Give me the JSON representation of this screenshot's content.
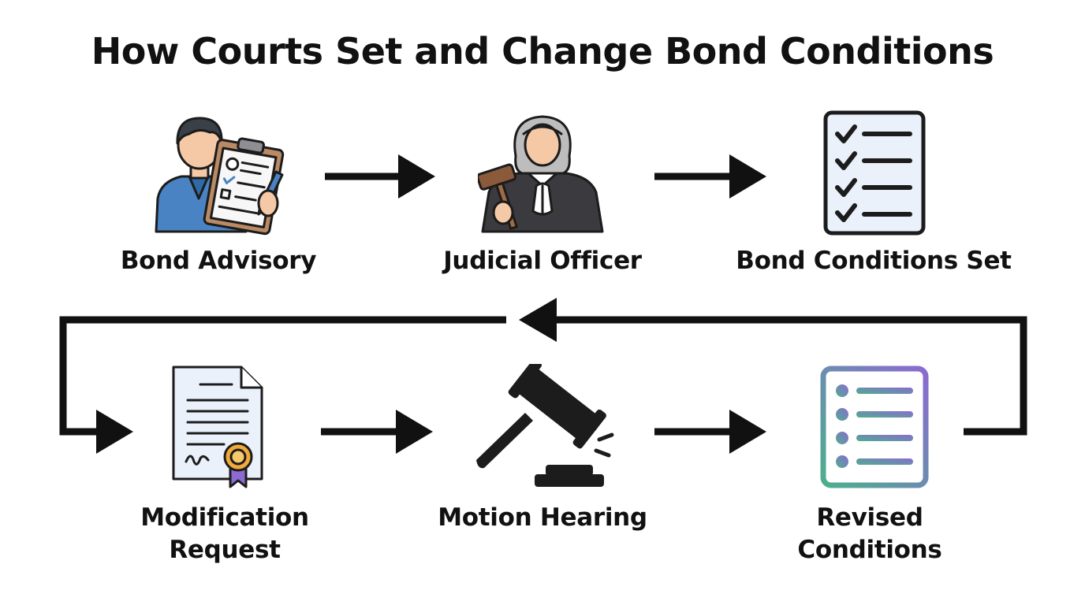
{
  "title": "How Courts Set and Change Bond Conditions",
  "nodes": [
    {
      "id": "bond-advisory",
      "label": "Bond Advisory",
      "icon": "person-clipboard-icon"
    },
    {
      "id": "judicial-officer",
      "label": "Judicial Officer",
      "icon": "judge-icon"
    },
    {
      "id": "bond-conditions-set",
      "label": "Bond Conditions Set",
      "icon": "checklist-icon"
    },
    {
      "id": "modification-request",
      "label_lines": [
        "Modification",
        "Request"
      ],
      "icon": "document-seal-icon"
    },
    {
      "id": "motion-hearing",
      "label": "Motion Hearing",
      "icon": "gavel-icon"
    },
    {
      "id": "revised-conditions",
      "label_lines": [
        "Revised",
        "Conditions"
      ],
      "icon": "revised-list-icon"
    }
  ],
  "edges": [
    {
      "from": "bond-advisory",
      "to": "judicial-officer"
    },
    {
      "from": "judicial-officer",
      "to": "bond-conditions-set"
    },
    {
      "from": "revised-conditions",
      "to": "modification-request"
    },
    {
      "from": "modification-request",
      "to": "motion-hearing"
    },
    {
      "from": "motion-hearing",
      "to": "revised-conditions"
    }
  ],
  "colors": {
    "arrow": "#111111",
    "skin": "#f6c9a6",
    "shirt": "#4a83c4",
    "robe": "#3a3a3f",
    "clipboard": "#b98a64",
    "paper": "#eaf1fa",
    "seal": "#f2a93b",
    "ribbon": "#8c6ad1",
    "gradient_start": "#4caf8e",
    "gradient_end": "#8c6ad1"
  }
}
